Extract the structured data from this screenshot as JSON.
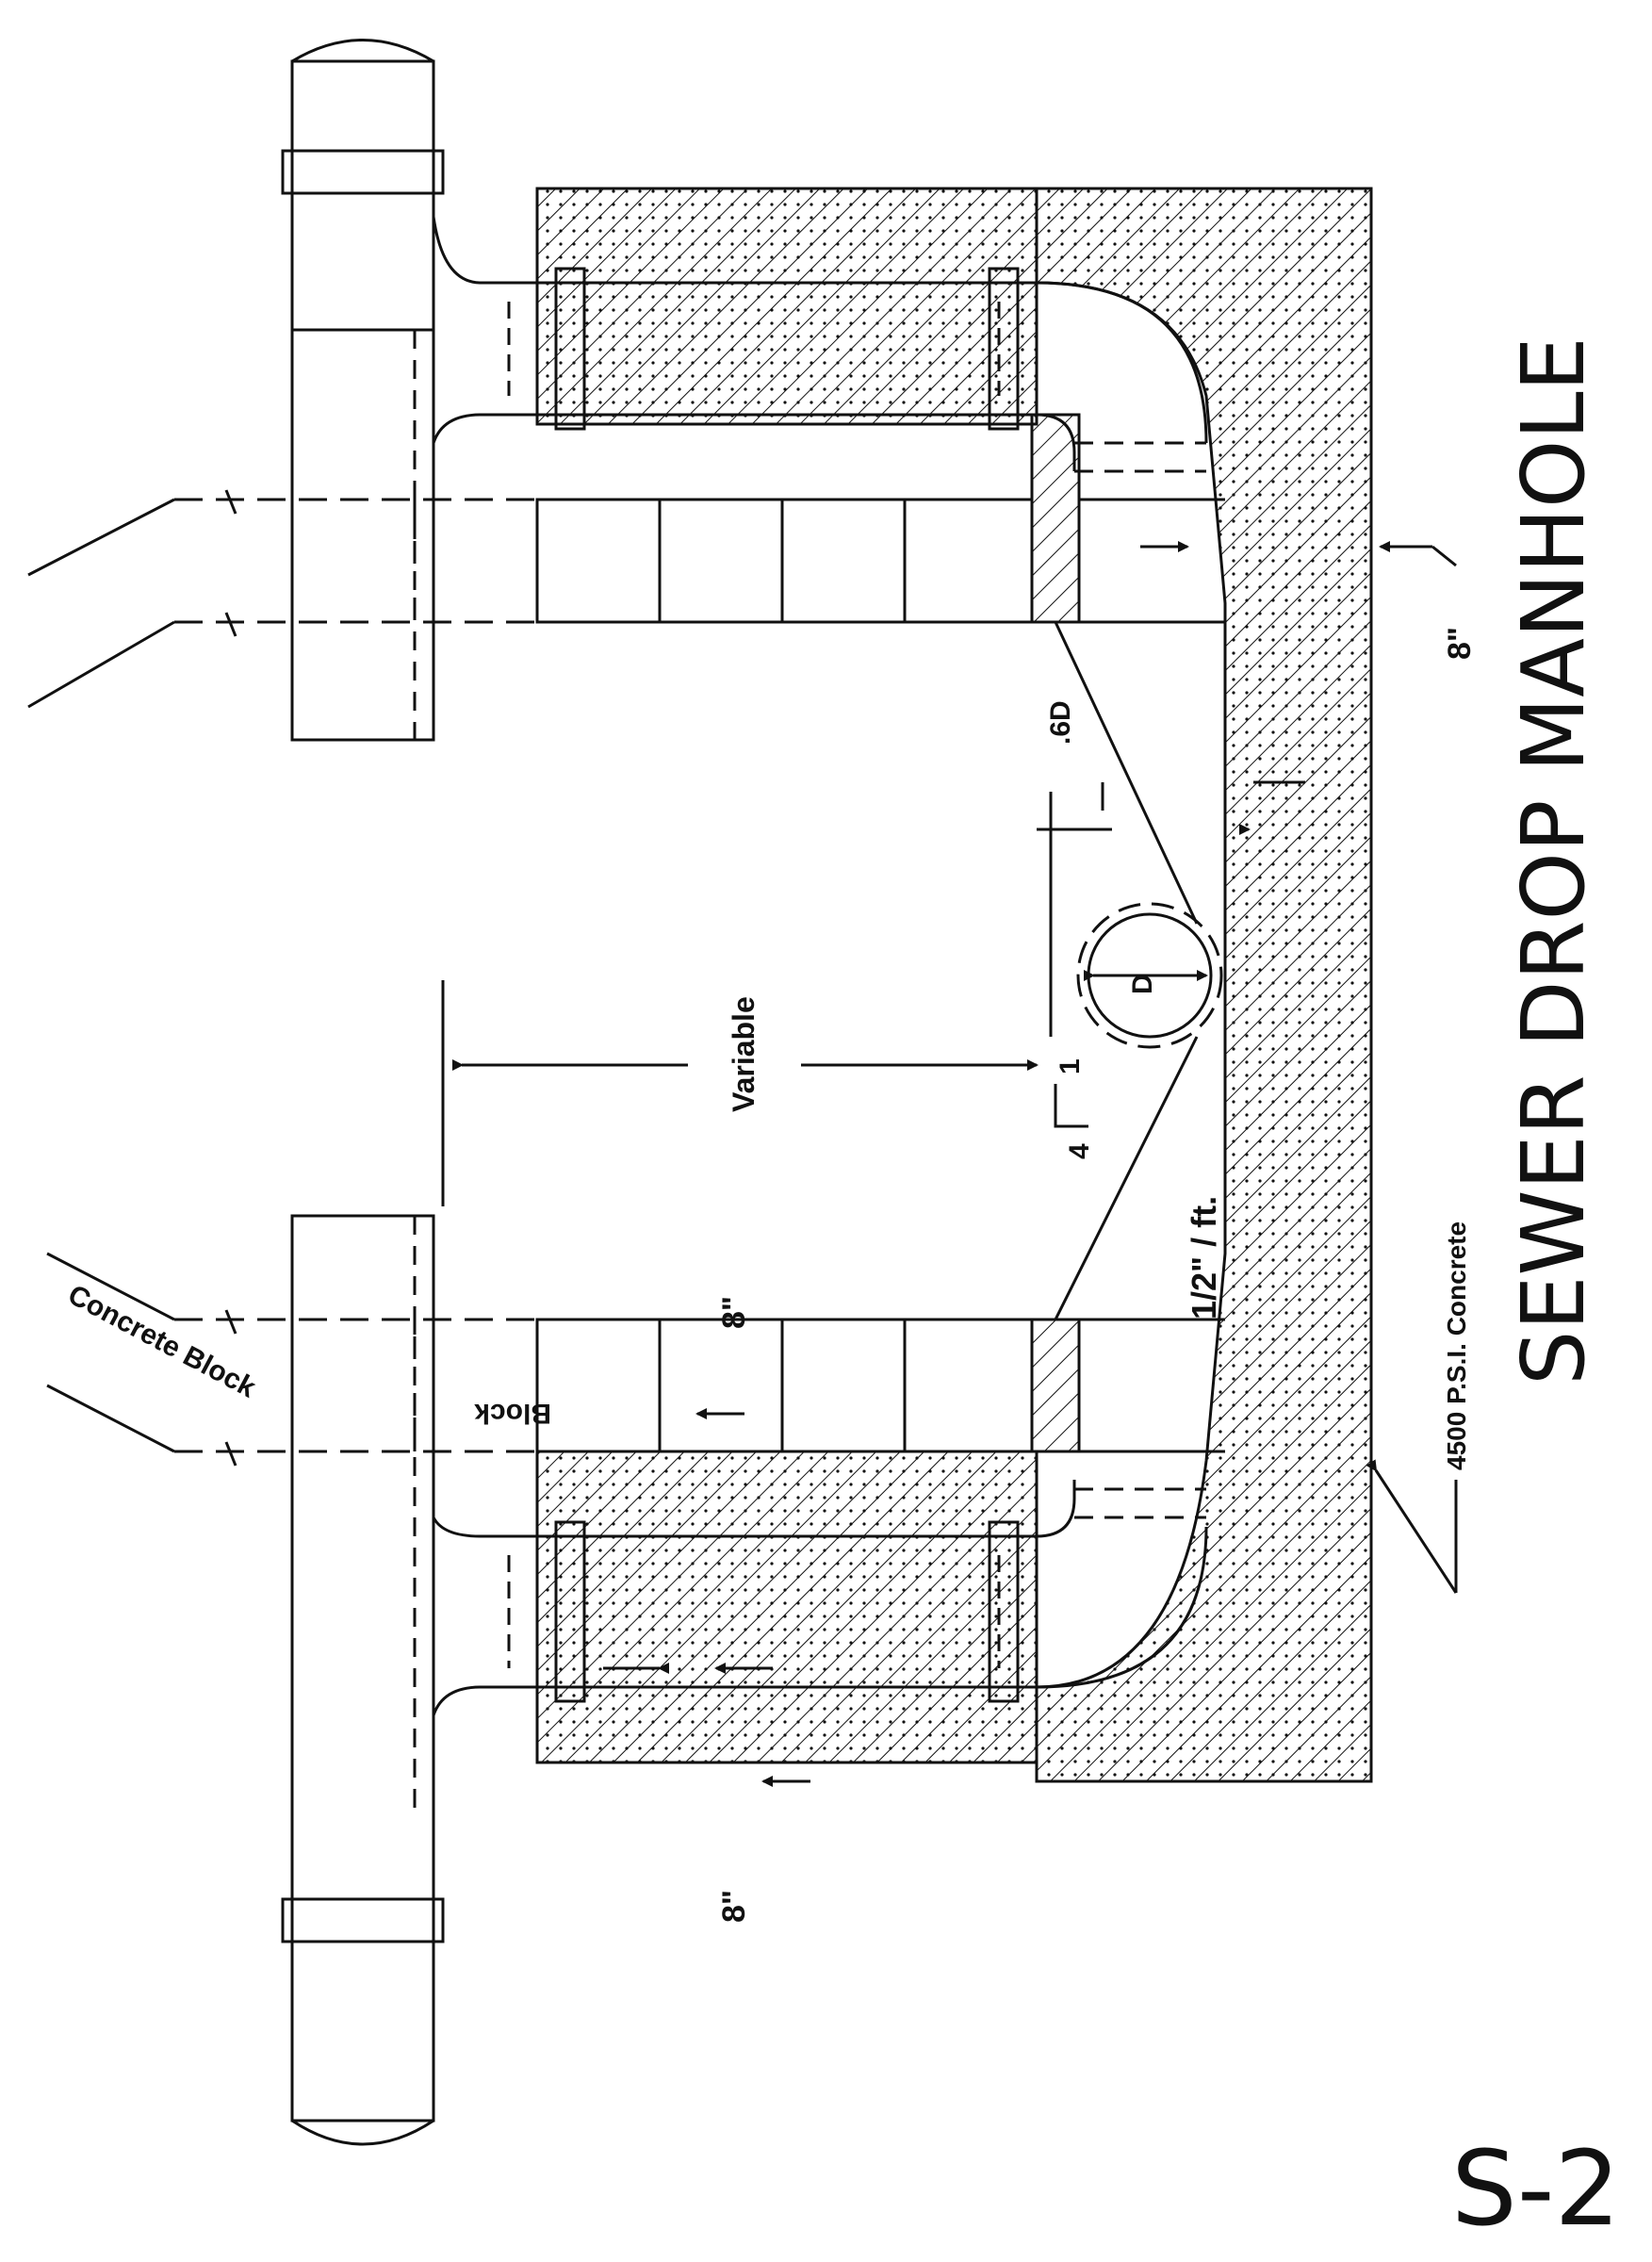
{
  "title": "SEWER DROP MANHOLE",
  "sheet_number": "S-2",
  "labels": {
    "concrete_block": "Concrete Block",
    "block": "Block",
    "variable": "Variable",
    "wall_8_inner": "8\"",
    "wall_8_left": "8\"",
    "wall_8_right": "8\"",
    "slope": "1/2\" / ft.",
    "ratio_4": "4",
    "ratio_1": "1",
    "pipe_d": "D",
    "depth_06d": ".6D",
    "base_concrete": "4500 P.S.I. Concrete"
  }
}
